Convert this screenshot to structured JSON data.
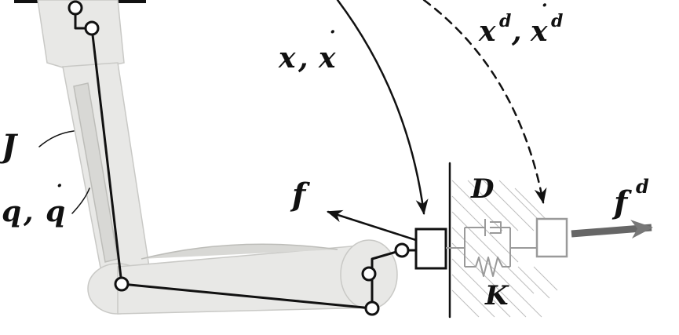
{
  "labels": {
    "jacobian": {
      "main": "J"
    },
    "joint_state": {
      "q": "q",
      "comma": ",",
      "qdot": "q",
      "dot": "˙"
    },
    "actual_pose": {
      "x": "x",
      "comma": ",",
      "xdot": "x",
      "dot": "˙"
    },
    "desired_pose": {
      "x": "x",
      "sup": "d",
      "comma": ",",
      "xdot": "x",
      "dot": "˙",
      "sup2": "d"
    },
    "force": {
      "main": "f"
    },
    "desired_force": {
      "main": "f",
      "sup": "d"
    },
    "damping": {
      "main": "D"
    },
    "stiffness": {
      "main": "K"
    }
  }
}
